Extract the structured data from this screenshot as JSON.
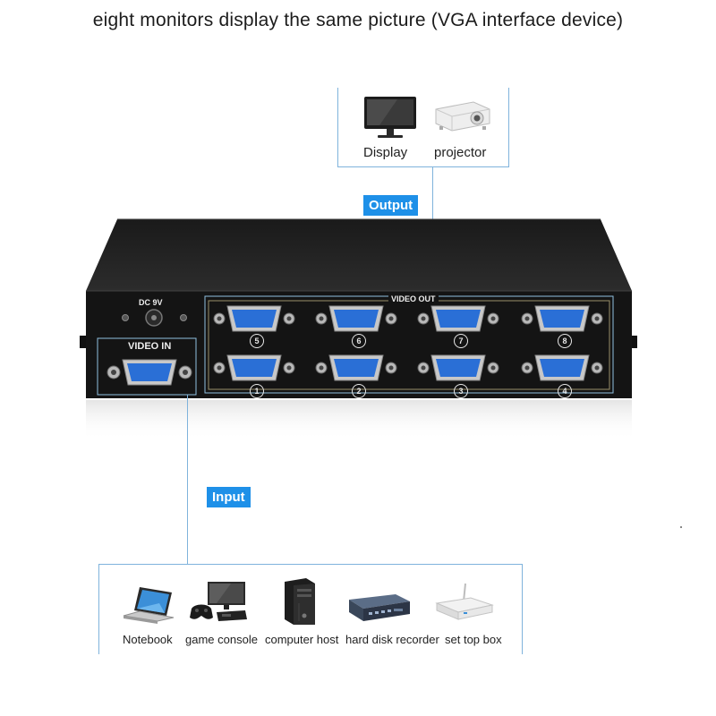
{
  "title": "eight monitors display the same picture (VGA interface device)",
  "output": {
    "tag": "Output",
    "devices": [
      {
        "label": "Display",
        "icon": "monitor-icon"
      },
      {
        "label": "projector",
        "icon": "projector-icon"
      }
    ]
  },
  "device_panel": {
    "dc_label": "DC 9V",
    "video_in_label": "VIDEO IN",
    "video_out_label": "VIDEO OUT",
    "port_numbers_top": [
      "5",
      "6",
      "7",
      "8"
    ],
    "port_numbers_bottom": [
      "1",
      "2",
      "3",
      "4"
    ],
    "port_color": "#2a6fd6",
    "body_color": "#151515"
  },
  "input": {
    "tag": "Input",
    "devices": [
      {
        "label": "Notebook",
        "icon": "laptop-icon"
      },
      {
        "label": "game console",
        "icon": "game-console-icon"
      },
      {
        "label": "computer host",
        "icon": "pc-tower-icon"
      },
      {
        "label": "hard disk recorder",
        "icon": "dvr-icon"
      },
      {
        "label": "set top box",
        "icon": "set-top-box-icon"
      }
    ]
  },
  "accent_color": "#1e90e8",
  "line_color": "#7fb3dc"
}
